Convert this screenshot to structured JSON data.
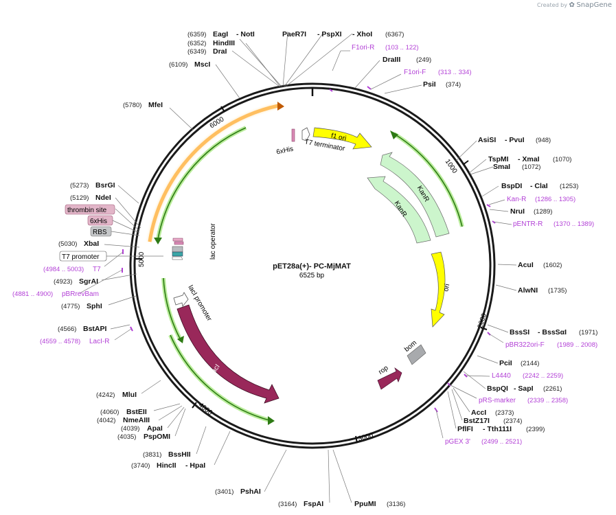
{
  "header": {
    "created_by": "Created by",
    "brand": "SnapGene"
  },
  "plasmid": {
    "name": "pET28a(+)- PC-MjMAT",
    "size": "6525 bp"
  },
  "ticks": [
    "1000",
    "2000",
    "3000",
    "4000",
    "5000",
    "6000"
  ],
  "features": {
    "f1ori": "f1 ori",
    "kanr_outer": "KanR",
    "kanr_inner": "KanR",
    "ori": "ori",
    "bom": "bom",
    "rop": "rop",
    "laci": "lacI",
    "laci_promoter": "lacI promoter",
    "lac_operator": "lac operator",
    "t7_terminator": "T7 terminator",
    "his6": "6xHis"
  },
  "boxed_labels": {
    "thrombin": "thrombin site",
    "his6": "6xHis",
    "rbs": "RBS",
    "t7promoter": "T7 promoter"
  },
  "sites": [
    {
      "pos": "(6359)",
      "name": "EagI",
      "name2": "- NotI"
    },
    {
      "pos": "(6352)",
      "name": "HindIII"
    },
    {
      "pos": "(6349)",
      "name": "DraI"
    },
    {
      "pos": "(6109)",
      "name": "MscI"
    },
    {
      "pos": "(5780)",
      "name": "MfeI"
    },
    {
      "pos": "(5273)",
      "name": "BsrGI"
    },
    {
      "pos": "(5129)",
      "name": "NdeI"
    },
    {
      "pos": "(5030)",
      "name": "XbaI"
    },
    {
      "pos": "(4923)",
      "name": "SgrAI"
    },
    {
      "pos": "(4775)",
      "name": "SphI"
    },
    {
      "pos": "(4566)",
      "name": "BstAPI"
    },
    {
      "pos": "(4242)",
      "name": "MluI"
    },
    {
      "pos": "(4060)",
      "name": "BstEII"
    },
    {
      "pos": "(4042)",
      "name": "NmeAIII"
    },
    {
      "pos": "(4039)",
      "name": "ApaI"
    },
    {
      "pos": "(4035)",
      "name": "PspOMI"
    },
    {
      "pos": "(3831)",
      "name": "BssHII"
    },
    {
      "pos": "(3740)",
      "name": "HincII",
      "name2": "- HpaI"
    },
    {
      "pos": "(3401)",
      "name": "PshAI"
    },
    {
      "pos": "(3164)",
      "name": "FspAI"
    },
    {
      "pos": "(3136)",
      "name": "PpuMI"
    },
    {
      "pos": "(6367)",
      "name": "PaeR7I",
      "name2": "- PspXI",
      "name3": "- XhoI"
    },
    {
      "pos": "(249)",
      "name": "DraIII"
    },
    {
      "pos": "(374)",
      "name": "PsiI"
    },
    {
      "pos": "(948)",
      "name": "AsiSI",
      "name2": "- PvuI"
    },
    {
      "pos": "(1070)",
      "name": "TspMI",
      "name2": "- XmaI"
    },
    {
      "pos": "(1072)",
      "name": "SmaI"
    },
    {
      "pos": "(1253)",
      "name": "BspDI",
      "name2": "- ClaI"
    },
    {
      "pos": "(1289)",
      "name": "NruI"
    },
    {
      "pos": "(1602)",
      "name": "AcuI"
    },
    {
      "pos": "(1735)",
      "name": "AlwNI"
    },
    {
      "pos": "(1971)",
      "name": "BssSI",
      "name2": "- BssSαI"
    },
    {
      "pos": "(2144)",
      "name": "PciI"
    },
    {
      "pos": "(2261)",
      "name": "BspQI",
      "name2": "- SapI"
    },
    {
      "pos": "(2373)",
      "name": "AccI"
    },
    {
      "pos": "(2374)",
      "name": "BstZ17I"
    },
    {
      "pos": "(2399)",
      "name": "PflFI",
      "name2": "- Tth111I"
    }
  ],
  "primers": [
    {
      "name": "F1ori-R",
      "range": "(103 .. 122)"
    },
    {
      "name": "F1ori-F",
      "range": "(313 .. 334)"
    },
    {
      "name": "Kan-R",
      "range": "(1286 .. 1305)"
    },
    {
      "name": "pENTR-R",
      "range": "(1370 .. 1389)"
    },
    {
      "name": "pBR322ori-F",
      "range": "(1989 .. 2008)"
    },
    {
      "name": "L4440",
      "range": "(2242 .. 2259)"
    },
    {
      "name": "pRS-marker",
      "range": "(2339 .. 2358)"
    },
    {
      "name": "pGEX 3'",
      "range": "(2499 .. 2521)"
    },
    {
      "name": "T7",
      "range": "(4984 .. 5003)"
    },
    {
      "name": "pBRrevBam",
      "range": "(4881 .. 4900)"
    },
    {
      "name": "LacI-R",
      "range": "(4559 .. 4578)"
    }
  ],
  "colors": {
    "yellow": "#ffff00",
    "green_light": "#ccf5cc",
    "green_dark": "#2d7a14",
    "orange": "#ff9f1a",
    "lacI": "#99285a",
    "gray": "#a8aaad",
    "primer": "#b23fd6"
  }
}
